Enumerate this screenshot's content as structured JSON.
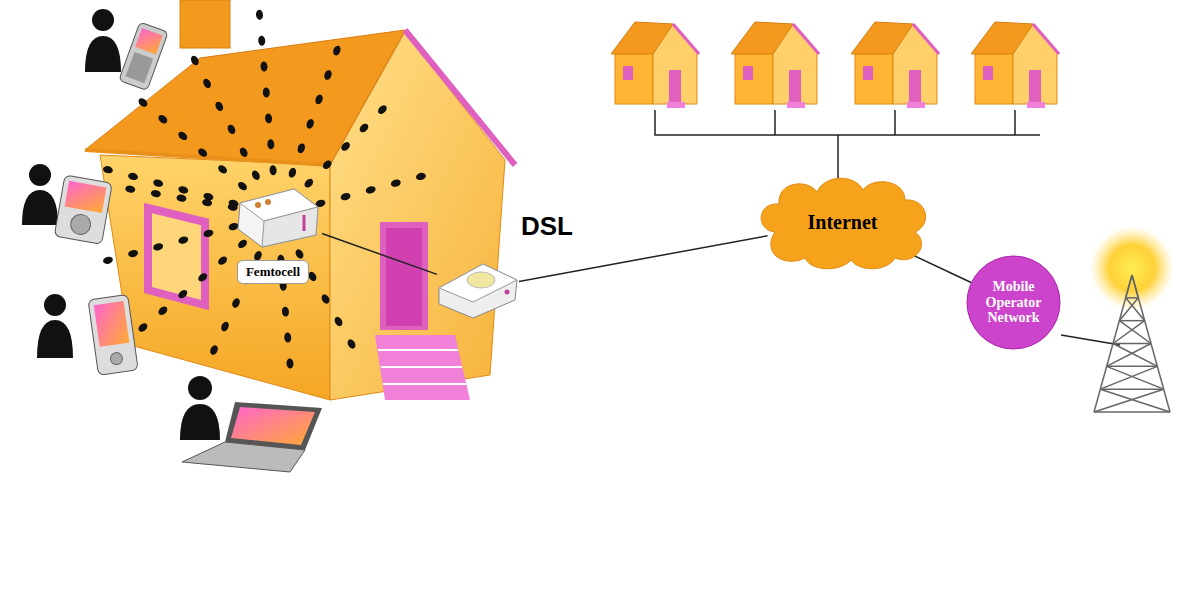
{
  "diagram": {
    "nodes": [
      {
        "text": [
          "Femtocell"
        ]
      },
      {
        "text": [
          "DSL"
        ]
      },
      {
        "text": [
          "Internet"
        ]
      },
      {
        "text": [
          "Mobile Operator Network"
        ]
      }
    ],
    "edges": [
      {
        "from": 0,
        "to": 1,
        "arrow": "none"
      },
      {
        "from": 1,
        "to": 2,
        "arrow": "none"
      },
      {
        "from": 2,
        "to": 3,
        "arrow": "none"
      }
    ]
  }
}
